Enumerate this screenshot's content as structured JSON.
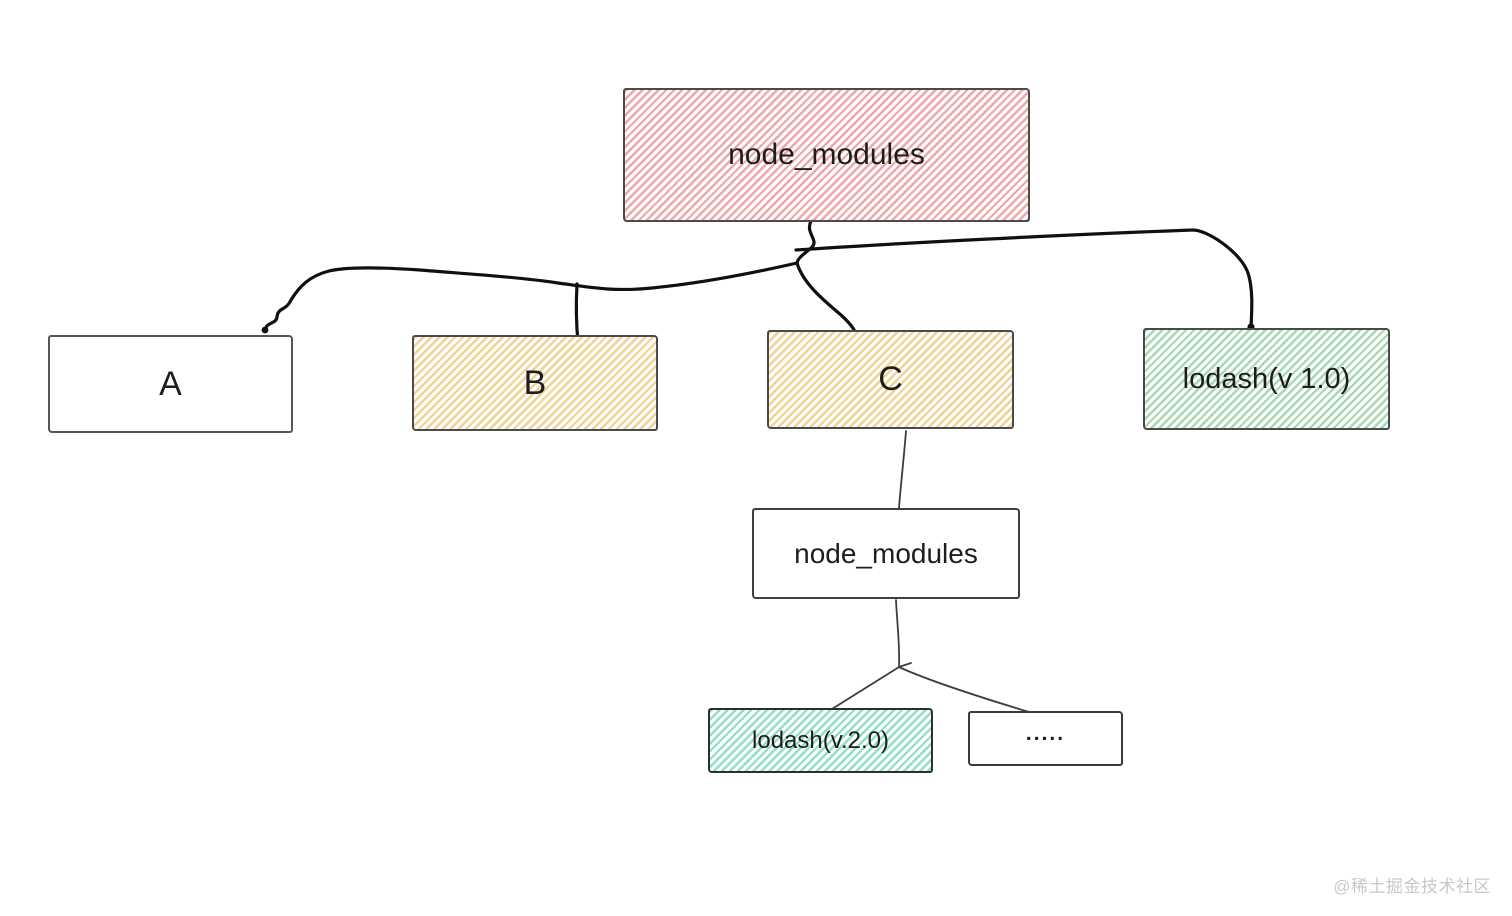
{
  "page": {
    "background_color": "#ffffff",
    "style": "hand-drawn dependency tree diagram (excalidraw-like)"
  },
  "nodes": {
    "root": {
      "label": "node_modules",
      "fill_color": "#f0a6a6",
      "fill_style": "hachure"
    },
    "a": {
      "label": "A",
      "fill_color": "#ffffff",
      "fill_style": "solid"
    },
    "b": {
      "label": "B",
      "fill_color": "#f1d28e",
      "fill_style": "hachure"
    },
    "c": {
      "label": "C",
      "fill_color": "#f1d28e",
      "fill_style": "hachure"
    },
    "lodash_v1": {
      "label": "lodash(v 1.0)",
      "fill_color": "#a6d9b2",
      "fill_style": "hachure"
    },
    "inner_node_modules": {
      "label": "node_modules",
      "fill_color": "#ffffff",
      "fill_style": "solid"
    },
    "lodash_v2": {
      "label": "lodash(v.2.0)",
      "fill_color": "#8fdfc2",
      "fill_style": "hachure"
    },
    "ellipsis": {
      "label": ".....",
      "fill_color": "#ffffff",
      "fill_style": "solid"
    }
  },
  "edges": [
    {
      "from": "root",
      "to": "a"
    },
    {
      "from": "root",
      "to": "b"
    },
    {
      "from": "root",
      "to": "c"
    },
    {
      "from": "root",
      "to": "lodash_v1"
    },
    {
      "from": "c",
      "to": "inner_node_modules"
    },
    {
      "from": "inner_node_modules",
      "to": "lodash_v2"
    },
    {
      "from": "inner_node_modules",
      "to": "ellipsis"
    }
  ],
  "colors": {
    "edge_stroke_top": "#101010",
    "edge_stroke_bottom": "#3d3d3d",
    "box_border": "#4a4a4a",
    "text": "#1d1d1d"
  },
  "watermark": {
    "text": "@稀土掘金技术社区",
    "color": "#c9c9c9"
  }
}
